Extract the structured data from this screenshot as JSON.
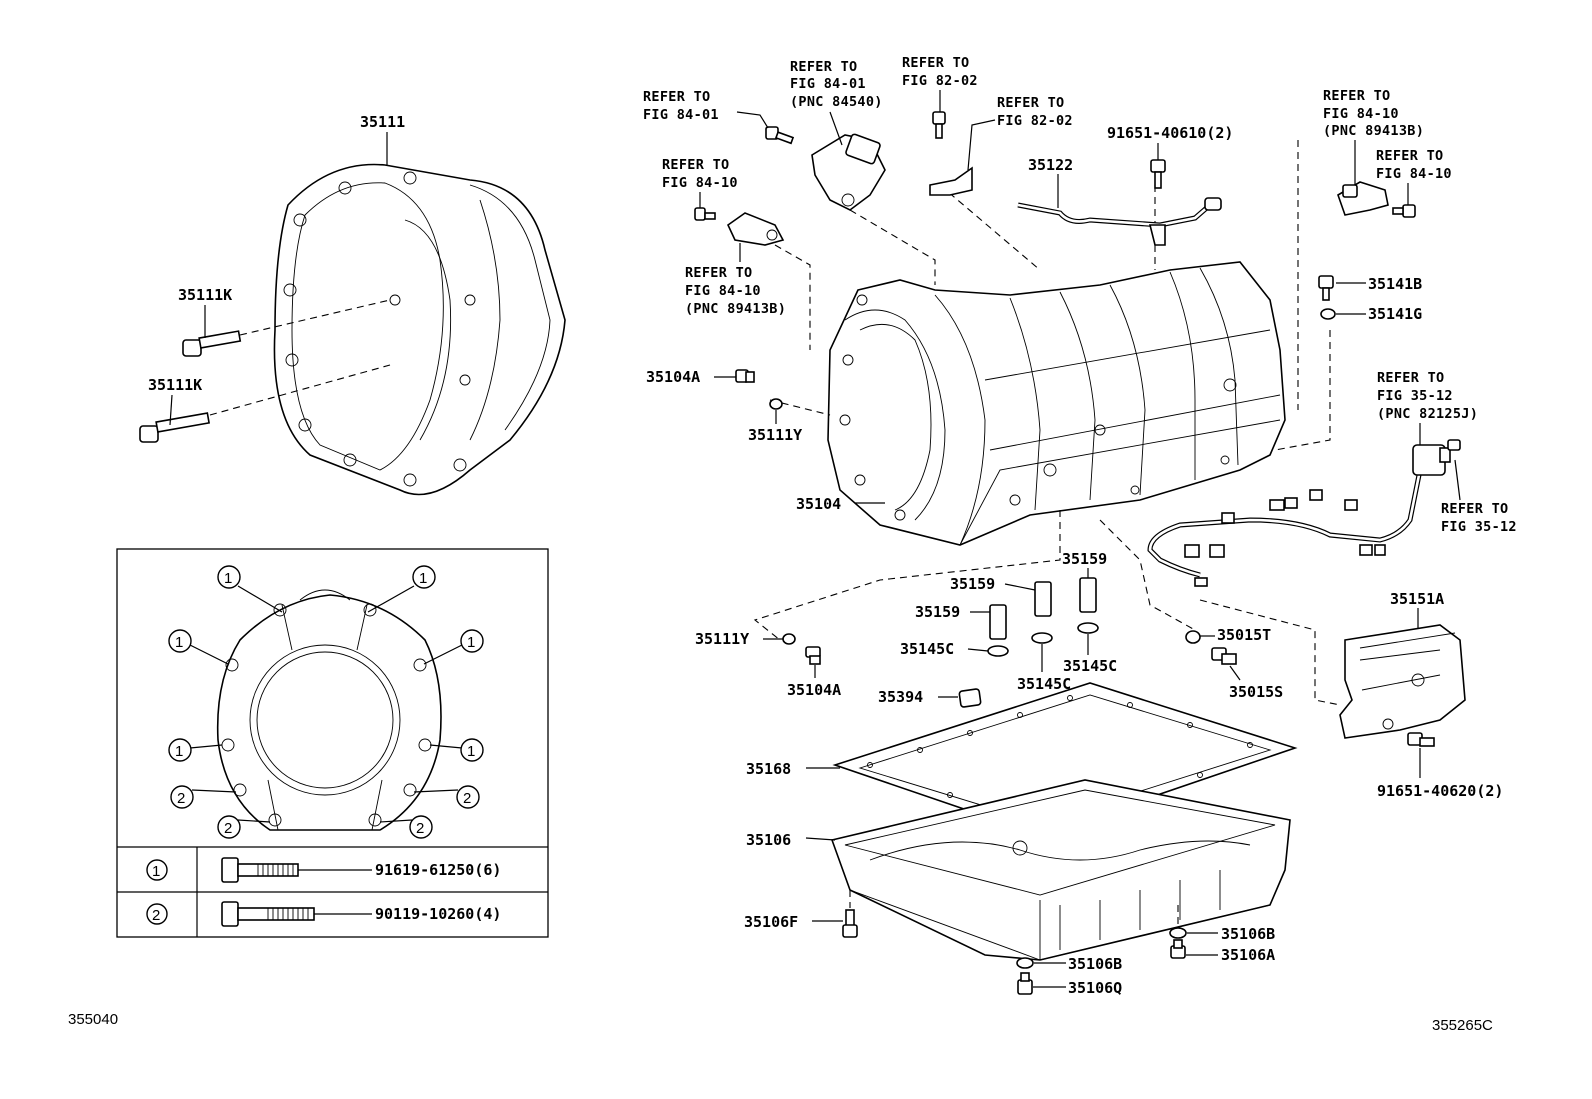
{
  "labels": {
    "bell_housing": "35111",
    "bolt_k_upper": "35111K",
    "bolt_k_lower": "35111K",
    "plug_a_upper": "35104A",
    "oring_y_upper": "35111Y",
    "case": "35104",
    "pipe": "35122",
    "bolt_40610": "91651-40610(2)",
    "bolt_b": "35141B",
    "washer_g": "35141G",
    "sleeve_1": "35159",
    "sleeve_2": "35159",
    "sleeve_3": "35159",
    "gasket_c1": "35145C",
    "gasket_c2": "35145C",
    "gasket_c3": "35145C",
    "oring_y_lower": "35111Y",
    "plug_a_lower": "35104A",
    "magnet": "35394",
    "oring_t": "35015T",
    "plug_s": "35015S",
    "cover": "35151A",
    "bolt_40620": "91651-40620(2)",
    "pan_gasket": "35168",
    "oil_pan": "35106",
    "drain_f": "35106F",
    "washer_b_right": "35106B",
    "plug_a_right": "35106A",
    "washer_b_left": "35106B",
    "plug_q": "35106Q"
  },
  "refs": {
    "r1": [
      "REFER TO",
      "FIG 84-01"
    ],
    "r2": [
      "REFER TO",
      "FIG 84-01",
      "(PNC 84540)"
    ],
    "r3": [
      "REFER TO",
      "FIG 82-02"
    ],
    "r4": [
      "REFER TO",
      "FIG 82-02"
    ],
    "r5": [
      "REFER TO",
      "FIG 84-10"
    ],
    "r6": [
      "REFER TO",
      "FIG 84-10",
      "(PNC 89413B)"
    ],
    "r7": [
      "REFER TO",
      "FIG 84-10",
      "(PNC 89413B)"
    ],
    "r8": [
      "REFER TO",
      "FIG 84-10"
    ],
    "r9": [
      "REFER TO",
      "FIG 35-12",
      "(PNC 82125J)"
    ],
    "r10": [
      "REFER TO",
      "FIG 35-12"
    ]
  },
  "inset": {
    "markers": [
      "1",
      "2"
    ],
    "rows": [
      {
        "marker": "1",
        "part": "91619-61250(6)"
      },
      {
        "marker": "2",
        "part": "90119-10260(4)"
      }
    ]
  },
  "codes": {
    "left": "355040",
    "right": "355265C"
  }
}
